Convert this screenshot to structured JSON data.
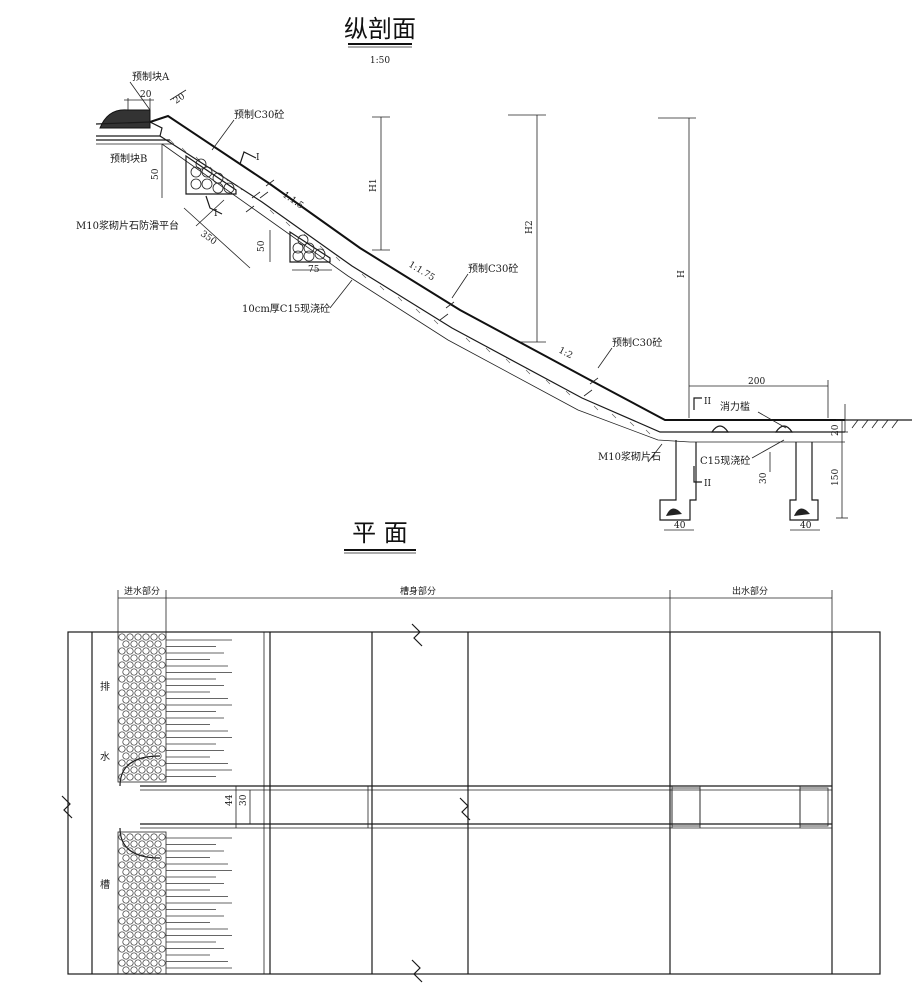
{
  "profile": {
    "title": "纵剖面",
    "scale": "1:50",
    "labels": {
      "block_a": "预制块A",
      "block_b": "预制块B",
      "precast_c30_1": "预制C30砼",
      "precast_c30_2": "预制C30砼",
      "precast_c30_3": "预制C30砼",
      "anti_slide": "M10浆砌片石防滑平台",
      "cast_c15": "10cm厚C15现浇砼",
      "m10_stone": "M10浆砌片石",
      "c15_cast": "C15现浇砼",
      "energy_sill": "消力槛",
      "slope_1": "1:1.5",
      "slope_2": "1:1.75",
      "slope_3": "1:2",
      "h1": "H1",
      "h2": "H2",
      "h": "H",
      "sec_i_top": "I",
      "sec_i_bot": "I",
      "sec_ii_top": "II",
      "sec_ii_bot": "II"
    },
    "dims": {
      "d20a": "20",
      "d20b": "20",
      "d50a": "50",
      "d350": "350",
      "d50b": "50",
      "d75": "75",
      "d200": "200",
      "d20c": "20",
      "d30": "30",
      "d150": "150",
      "d40a": "40",
      "d40b": "40"
    }
  },
  "plan": {
    "title": "平 面",
    "sections": {
      "inlet": "进水部分",
      "body": "槽身部分",
      "outlet": "出水部分"
    },
    "side_chars": [
      "排",
      "水",
      "槽"
    ],
    "dims": {
      "d44": "44",
      "d30": "30"
    }
  }
}
